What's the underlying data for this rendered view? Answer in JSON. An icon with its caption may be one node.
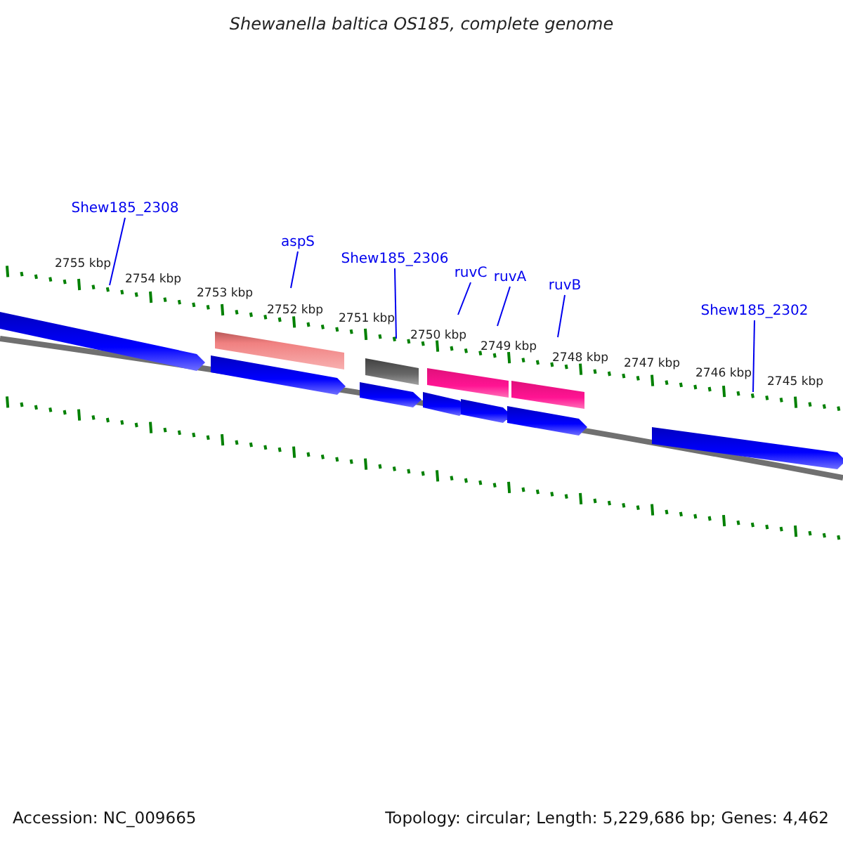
{
  "diagram": {
    "title": "Shewanella baltica OS185, complete genome",
    "nodes": [
      {
        "text": [
          "Shew185_2308"
        ]
      },
      {
        "text": [
          "aspS"
        ]
      },
      {
        "text": [
          "Shew185_2306"
        ]
      },
      {
        "text": [
          "ruvC"
        ]
      },
      {
        "text": [
          "ruvA"
        ]
      },
      {
        "text": [
          "ruvB"
        ]
      },
      {
        "text": [
          "Shew185_2302"
        ]
      }
    ],
    "edges": [
      {
        "from": 0,
        "to": null,
        "arrow": "none"
      },
      {
        "from": 1,
        "to": null,
        "arrow": "none"
      },
      {
        "from": 2,
        "to": null,
        "arrow": "none"
      },
      {
        "from": 3,
        "to": null,
        "arrow": "none"
      },
      {
        "from": 4,
        "to": null,
        "arrow": "none"
      },
      {
        "from": 5,
        "to": null,
        "arrow": "none"
      },
      {
        "from": 6,
        "to": null,
        "arrow": "none"
      }
    ],
    "labels": [
      "2755 kbp",
      "2754 kbp",
      "2753 kbp",
      "2752 kbp",
      "2751 kbp",
      "2750 kbp",
      "2749 kbp",
      "2748 kbp",
      "2747 kbp",
      "2746 kbp",
      "2745 kbp",
      "Accession: NC_009665",
      "Topology: circular; Length: 5,229,686 bp; Genes: 4,462"
    ]
  }
}
